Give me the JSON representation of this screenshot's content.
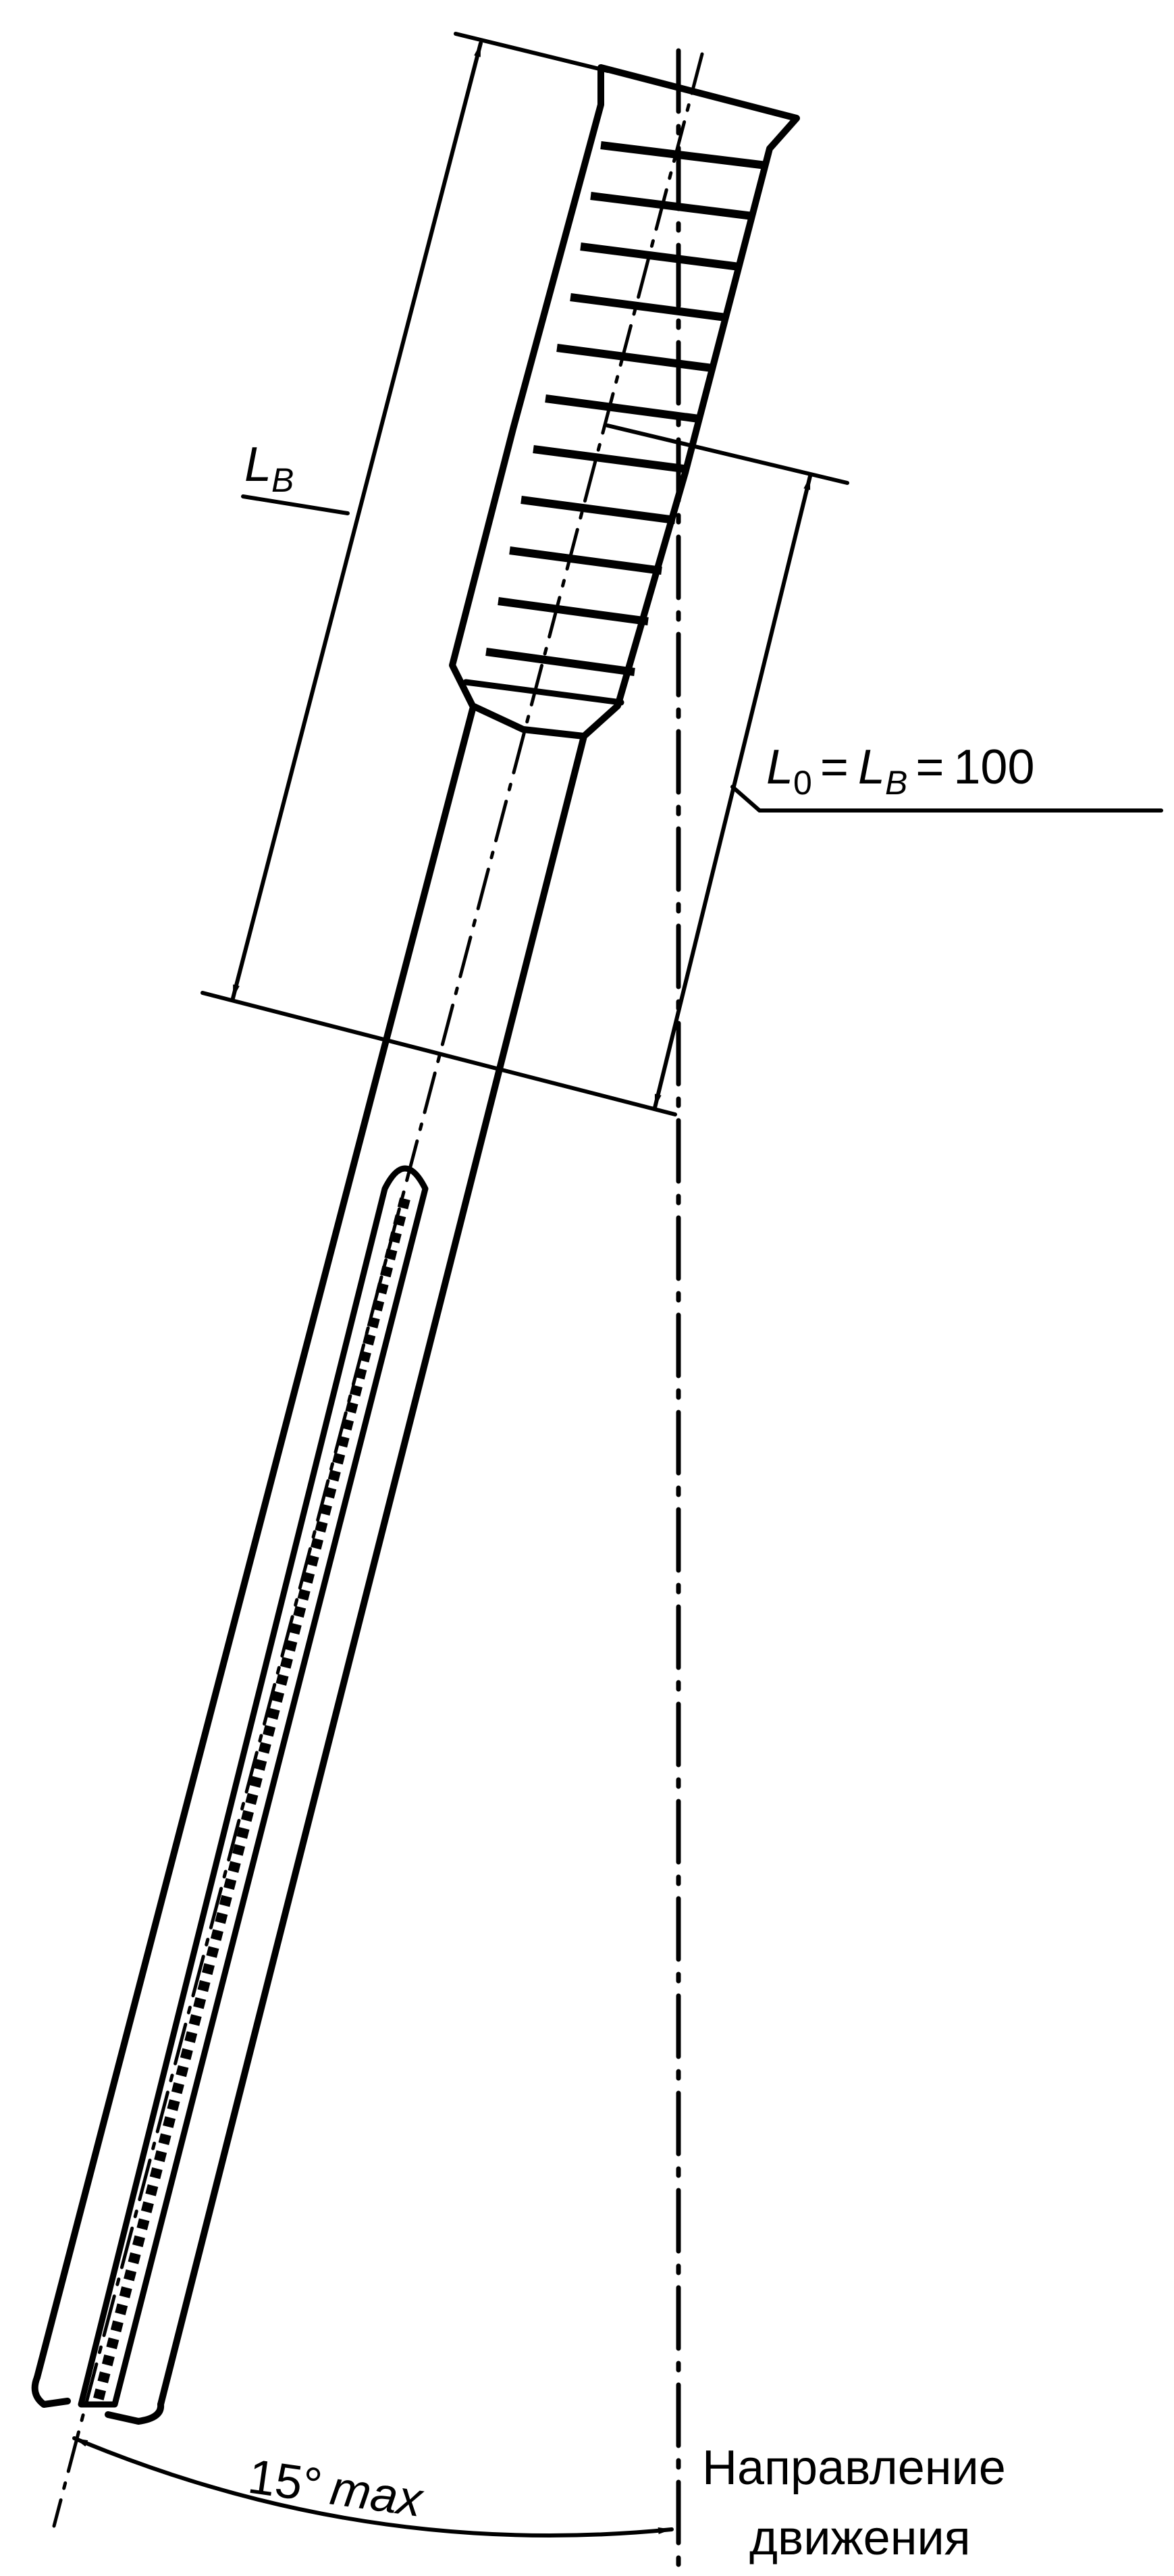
{
  "labels": {
    "lb_main": "L",
    "lb_sub": "B",
    "lo_main": "L",
    "lo_sub": "0",
    "eq1": "=",
    "lb2_main": "L",
    "lb2_sub": "B",
    "eq2": "=",
    "value": "100",
    "angle_deg": "15°",
    "angle_word": "max",
    "direction_line1": "Направление",
    "direction_line2": "движения"
  },
  "colors": {
    "ink": "#000000",
    "background": "#ffffff"
  },
  "icons": {
    "arrowhead": "filled-triangle-arrowhead",
    "centerline": "dash-dot-axis"
  }
}
